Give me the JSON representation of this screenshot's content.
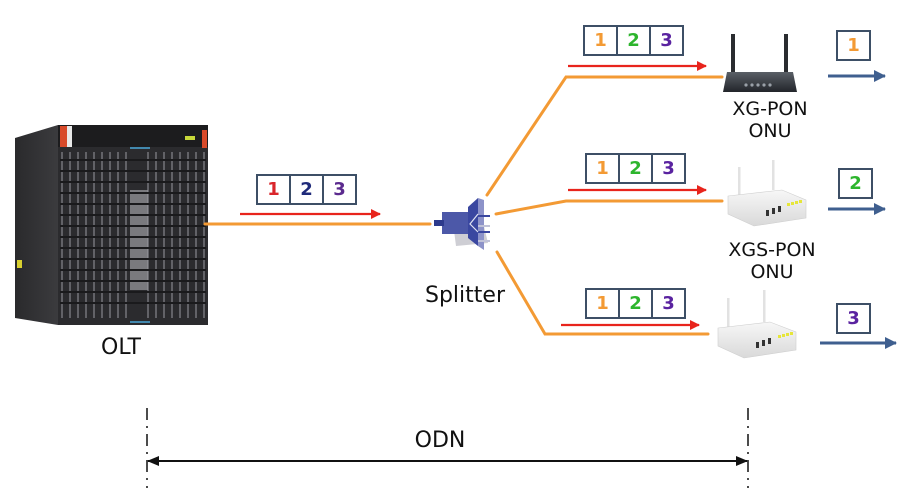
{
  "colors": {
    "fiber": "#f39a34",
    "downstream_arrow": "#e8241c",
    "onu_output_arrow": "#3f5f8f",
    "box_border": "#3d4f66",
    "odn_arrow": "#111111",
    "packet_olt": [
      "#d9262b",
      "#1f2a7a",
      "#5b2a8e"
    ],
    "packet_onu": [
      "#f39a34",
      "#2db52d",
      "#5a23a0"
    ]
  },
  "olt": {
    "label": "OLT",
    "icon": "olt-chassis-icon"
  },
  "splitter": {
    "label": "Splitter",
    "icon": "optical-splitter-icon"
  },
  "olt_packet": [
    "1",
    "2",
    "3"
  ],
  "branches": [
    {
      "packet": [
        "1",
        "2",
        "3"
      ],
      "onu_label_line1": "XG-PON",
      "onu_label_line2": "ONU",
      "onu_icon": "dark-router-icon",
      "output": "1"
    },
    {
      "packet": [
        "1",
        "2",
        "3"
      ],
      "onu_label_line1": "XGS-PON",
      "onu_label_line2": "ONU",
      "onu_icon": "white-router-icon",
      "output": "2"
    },
    {
      "packet": [
        "1",
        "2",
        "3"
      ],
      "onu_label_line1": "",
      "onu_label_line2": "",
      "onu_icon": "white-router-icon",
      "output": "3"
    }
  ],
  "odn": {
    "label": "ODN"
  }
}
